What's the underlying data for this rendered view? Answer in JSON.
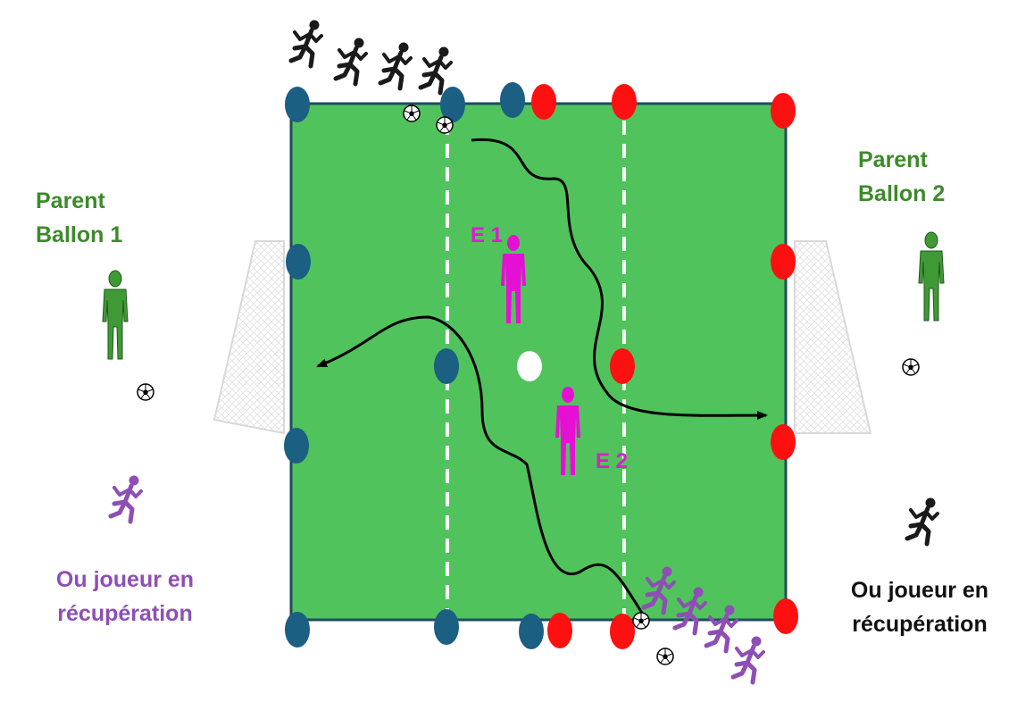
{
  "labels": {
    "left_parent": [
      "Parent",
      "Ballon 1"
    ],
    "right_parent": [
      "Parent",
      "Ballon 2"
    ],
    "left_recovery": [
      "Ou joueur en",
      "récupération"
    ],
    "right_recovery": [
      "Ou joueur en",
      "récupération"
    ],
    "defender_1": "E 1",
    "defender_2": "E 2"
  },
  "colors": {
    "pitch": "#50c35c",
    "pitch_border": "#1d4d5e",
    "cone_blue": "#1b5f82",
    "cone_red": "#ff1010",
    "defender": "#e60fd4",
    "parent": "#3f9a36",
    "recovery_left": "#8e4fb5",
    "runner_dark": "#1a1a1a"
  },
  "icons": [
    "running-player-icon",
    "standing-person-icon",
    "soccer-ball-icon",
    "goal-net-icon",
    "cone-icon",
    "path-arrow-icon"
  ]
}
